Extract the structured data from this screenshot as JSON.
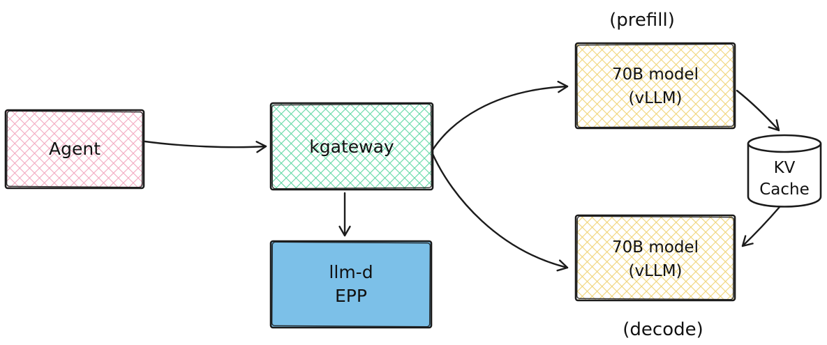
{
  "colors": {
    "stroke": "#1b1b1b",
    "pink_hatch": "#f2a9c0",
    "green_hatch": "#63d9a6",
    "yellow_hatch": "#f0d478",
    "blue_fill": "#7cc0e8",
    "white_fill": "#ffffff"
  },
  "nodes": {
    "agent": {
      "label": "Agent"
    },
    "kgateway": {
      "label": "kgateway"
    },
    "llmd_epp": {
      "lines": [
        "llm-d",
        "EPP"
      ]
    },
    "prefill_model": {
      "lines": [
        "70B model",
        "(vLLM)"
      ]
    },
    "decode_model": {
      "lines": [
        "70B model",
        "(vLLM)"
      ]
    },
    "kv_cache": {
      "lines": [
        "KV",
        "Cache"
      ]
    }
  },
  "annotations": {
    "prefill": "(prefill)",
    "decode": "(decode)"
  }
}
